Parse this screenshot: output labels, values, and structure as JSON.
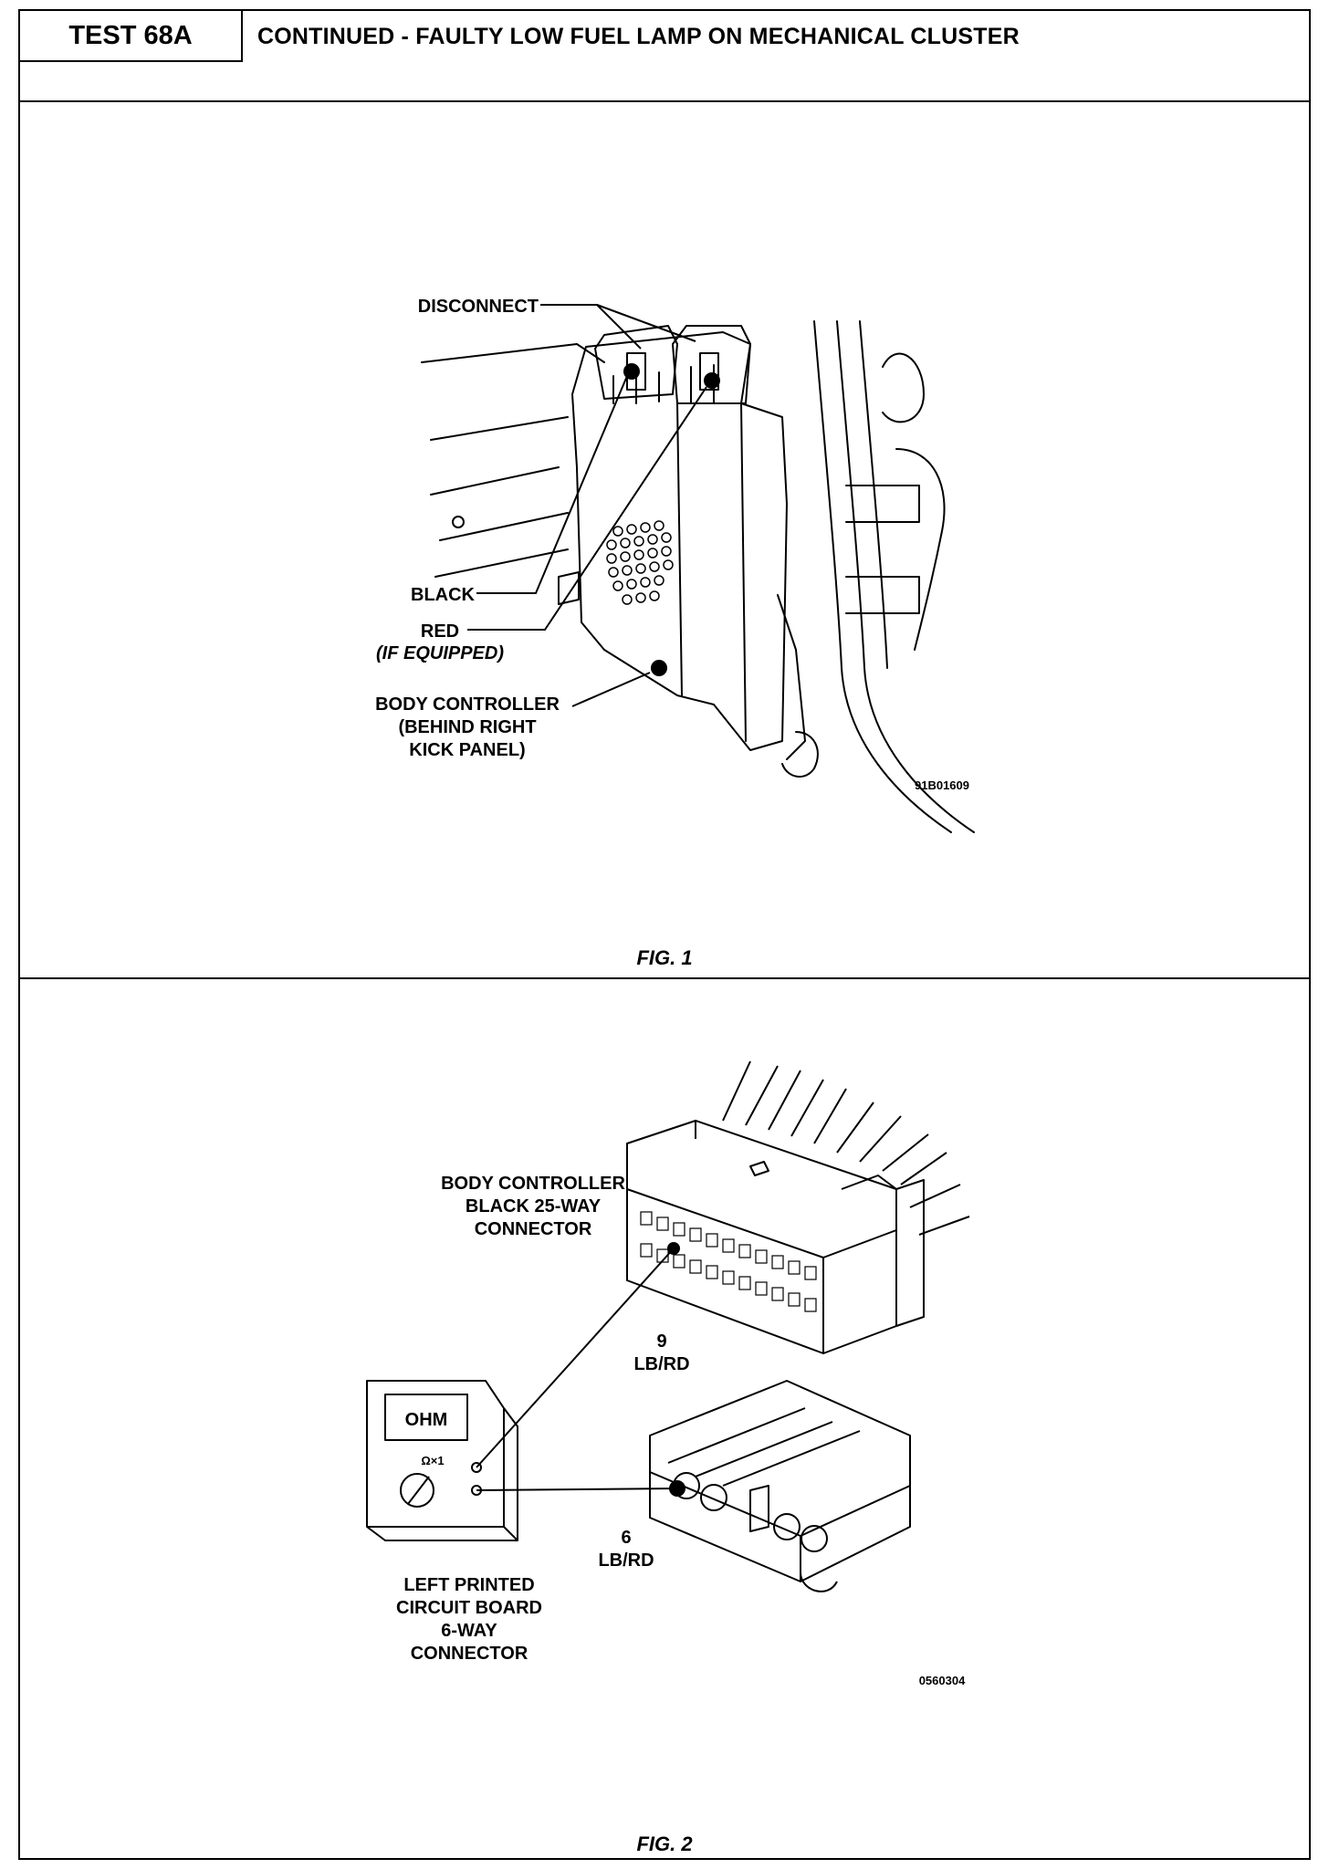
{
  "header": {
    "test_label": "TEST 68A",
    "title": "CONTINUED - FAULTY LOW FUEL LAMP ON MECHANICAL CLUSTER"
  },
  "figure1": {
    "caption": "FIG. 1",
    "labels": {
      "disconnect": "DISCONNECT",
      "black": "BLACK",
      "red": "RED",
      "if_equipped": "(IF EQUIPPED)",
      "body_controller_1": "BODY CONTROLLER",
      "body_controller_2": "(BEHIND RIGHT",
      "body_controller_3": "KICK PANEL)"
    },
    "code": "91B01609"
  },
  "figure2": {
    "caption": "FIG. 2",
    "labels": {
      "bc_1": "BODY CONTROLLER",
      "bc_2": "BLACK 25-WAY",
      "bc_3": "CONNECTOR",
      "pin9_num": "9",
      "pin9_wire": "LB/RD",
      "pin6_num": "6",
      "pin6_wire": "LB/RD",
      "pcb_1": "LEFT PRINTED",
      "pcb_2": "CIRCUIT BOARD",
      "pcb_3": "6-WAY",
      "pcb_4": "CONNECTOR",
      "meter_display": "OHM",
      "meter_range": "Ω×1"
    },
    "code": "0560304"
  }
}
